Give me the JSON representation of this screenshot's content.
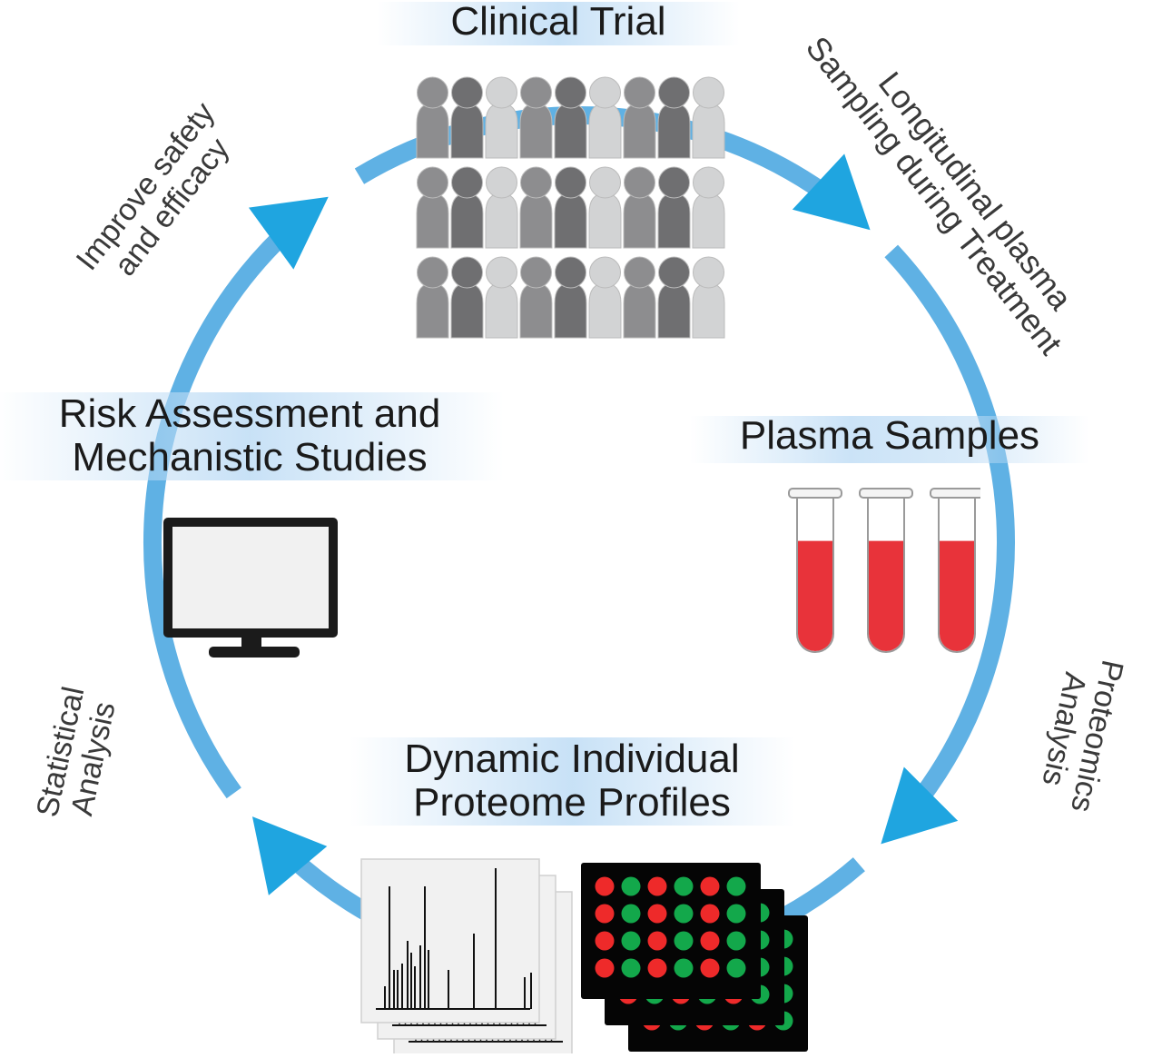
{
  "diagram": {
    "type": "cycle",
    "stages": [
      {
        "id": "clinical_trial",
        "label": "Clinical Trial",
        "icon": "people-grid-icon"
      },
      {
        "id": "plasma_samples",
        "label": "Plasma Samples",
        "icon": "test-tubes-icon"
      },
      {
        "id": "proteome_profiles",
        "label_line1": "Dynamic Individual",
        "label_line2": "Proteome Profiles",
        "icon": "mass-spectra-and-microarray-icon"
      },
      {
        "id": "risk_assessment",
        "label_line1": "Risk Assessment and",
        "label_line2": "Mechanistic Studies",
        "icon": "computer-monitor-icon"
      }
    ],
    "transitions": [
      {
        "from": "clinical_trial",
        "to": "plasma_samples",
        "line1": "Longitudinal plasma",
        "line2": "Sampling during Treatment"
      },
      {
        "from": "plasma_samples",
        "to": "proteome_profiles",
        "line1": "Proteomics",
        "line2": "Analysis"
      },
      {
        "from": "proteome_profiles",
        "to": "risk_assessment",
        "line1": "Statistical",
        "line2": "Analysis"
      },
      {
        "from": "risk_assessment",
        "to": "clinical_trial",
        "line1": "Improve safety",
        "line2": "and efficacy"
      }
    ]
  },
  "people_grid": {
    "rows": 3,
    "columns": 9,
    "shade_pattern": [
      "mid",
      "dark",
      "light",
      "mid",
      "dark",
      "light",
      "mid",
      "dark",
      "light"
    ]
  },
  "test_tubes": {
    "count": 3,
    "fill_fraction": 0.72
  },
  "microarray": {
    "rows": 4,
    "columns": 6,
    "color_pattern": [
      "red",
      "green",
      "red",
      "green",
      "red",
      "green"
    ],
    "stack_count": 3
  },
  "spectra": {
    "stack_count": 3
  },
  "colors": {
    "arrow": "#5fb1e4",
    "arrow_head": "#1fa5e0",
    "text": "#1a1a1a",
    "person_dark": "#6f6f71",
    "person_mid": "#8d8d8f",
    "person_light": "#d2d3d4",
    "blood": "#e8333a",
    "spot_red": "#ee2a2a",
    "spot_green": "#13a84b",
    "plate": "#050505",
    "monitor_screen": "#f1f1f1"
  }
}
